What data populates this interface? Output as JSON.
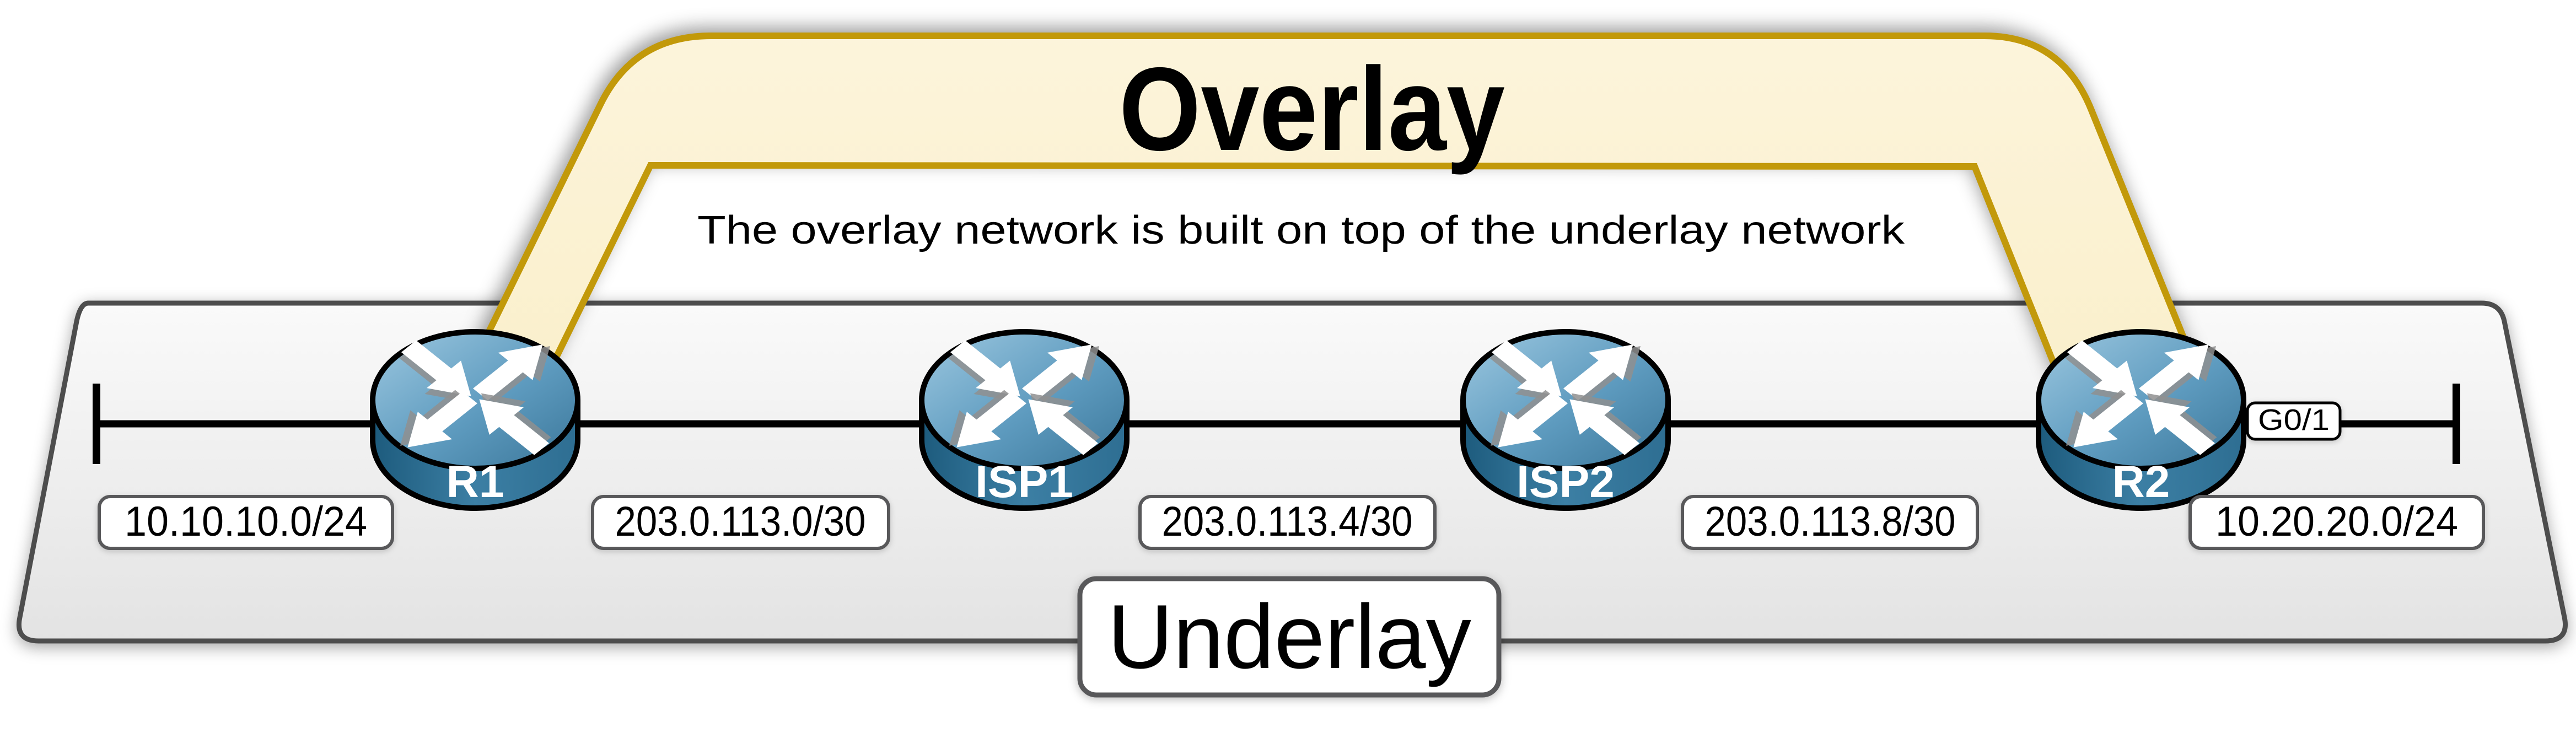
{
  "diagram": {
    "overlay_title": "Overlay",
    "overlay_subtitle": "The overlay network is built on top of the underlay network",
    "underlay_label": "Underlay",
    "routers": [
      {
        "name": "R1"
      },
      {
        "name": "ISP1"
      },
      {
        "name": "ISP2"
      },
      {
        "name": "R2"
      }
    ],
    "network_labels": [
      "10.10.10.0/24",
      "203.0.113.0/30",
      "203.0.113.4/30",
      "203.0.113.8/30",
      "10.20.20.0/24"
    ],
    "interface_label": "G0/1",
    "icons": {
      "router_icon": "cisco-router-four-arrows"
    },
    "colors": {
      "overlay_band_fill": "#FBF2D4",
      "overlay_band_border": "#C2990A",
      "platform_fill": "#EDEDED",
      "platform_border": "#4D4D4D",
      "router_blue_light": "#9DC8E0",
      "router_blue_dark": "#2E6E92",
      "line_color": "#000000",
      "label_box_fill": "#FFFFFF",
      "label_box_border": "#58585A",
      "text_color": "#000000"
    }
  }
}
